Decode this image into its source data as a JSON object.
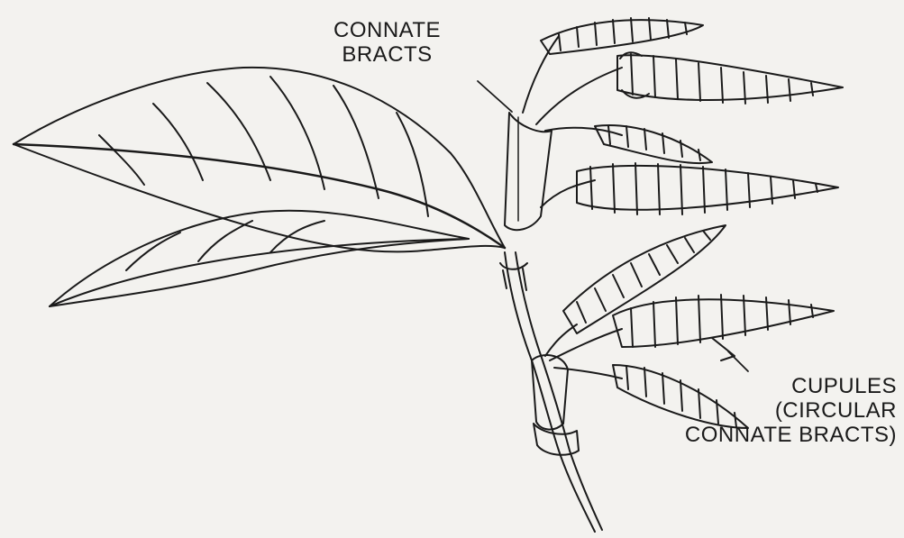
{
  "labels": {
    "connate_bracts": {
      "line1": "CONNATE",
      "line2": "BRACTS"
    },
    "cupules": {
      "line1": "CUPULES",
      "line2": "(CIRCULAR",
      "line3": "CONNATE BRACTS)"
    }
  },
  "colors": {
    "ink": "#1a1a1a",
    "paper": "#f3f2ef"
  }
}
